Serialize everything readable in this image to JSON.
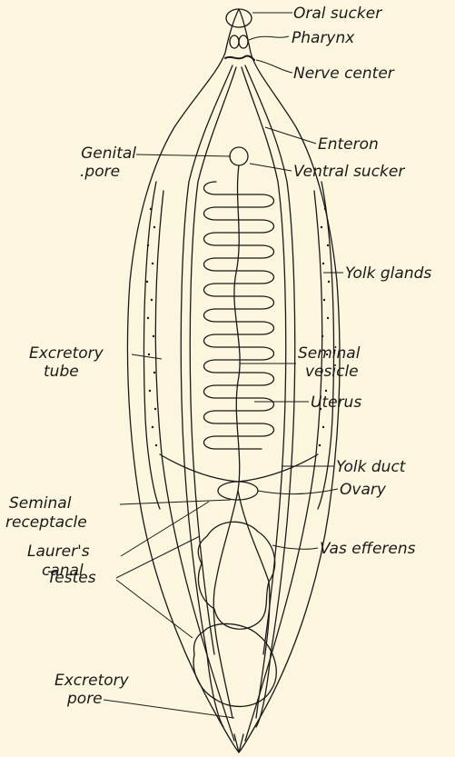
{
  "labels": {
    "oral_sucker": "Oral sucker",
    "pharynx": "Pharynx",
    "nerve_center": "Nerve center",
    "enteron": "Enteron",
    "genital_pore_1": "Genital",
    "genital_pore_2": ".pore",
    "ventral_sucker": "Ventral sucker",
    "yolk_glands": "Yolk glands",
    "excretory_tube_1": "Excretory",
    "excretory_tube_2": "tube",
    "seminal_vesicle_1": "Seminal",
    "seminal_vesicle_2": "vesicle",
    "uterus": "Uterus",
    "yolk_duct": "Yolk duct",
    "ovary": "Ovary",
    "seminal_receptacle_1": "Seminal",
    "seminal_receptacle_2": "receptacle",
    "laurers_canal_1": "Laurer's",
    "laurers_canal_2": "canal",
    "vas_efferens": "Vas efferens",
    "testes": "Testes",
    "excretory_pore_1": "Excretory",
    "excretory_pore_2": "pore"
  },
  "colors": {
    "background": "#fbf6dd",
    "ink": "#1a1a1a"
  }
}
